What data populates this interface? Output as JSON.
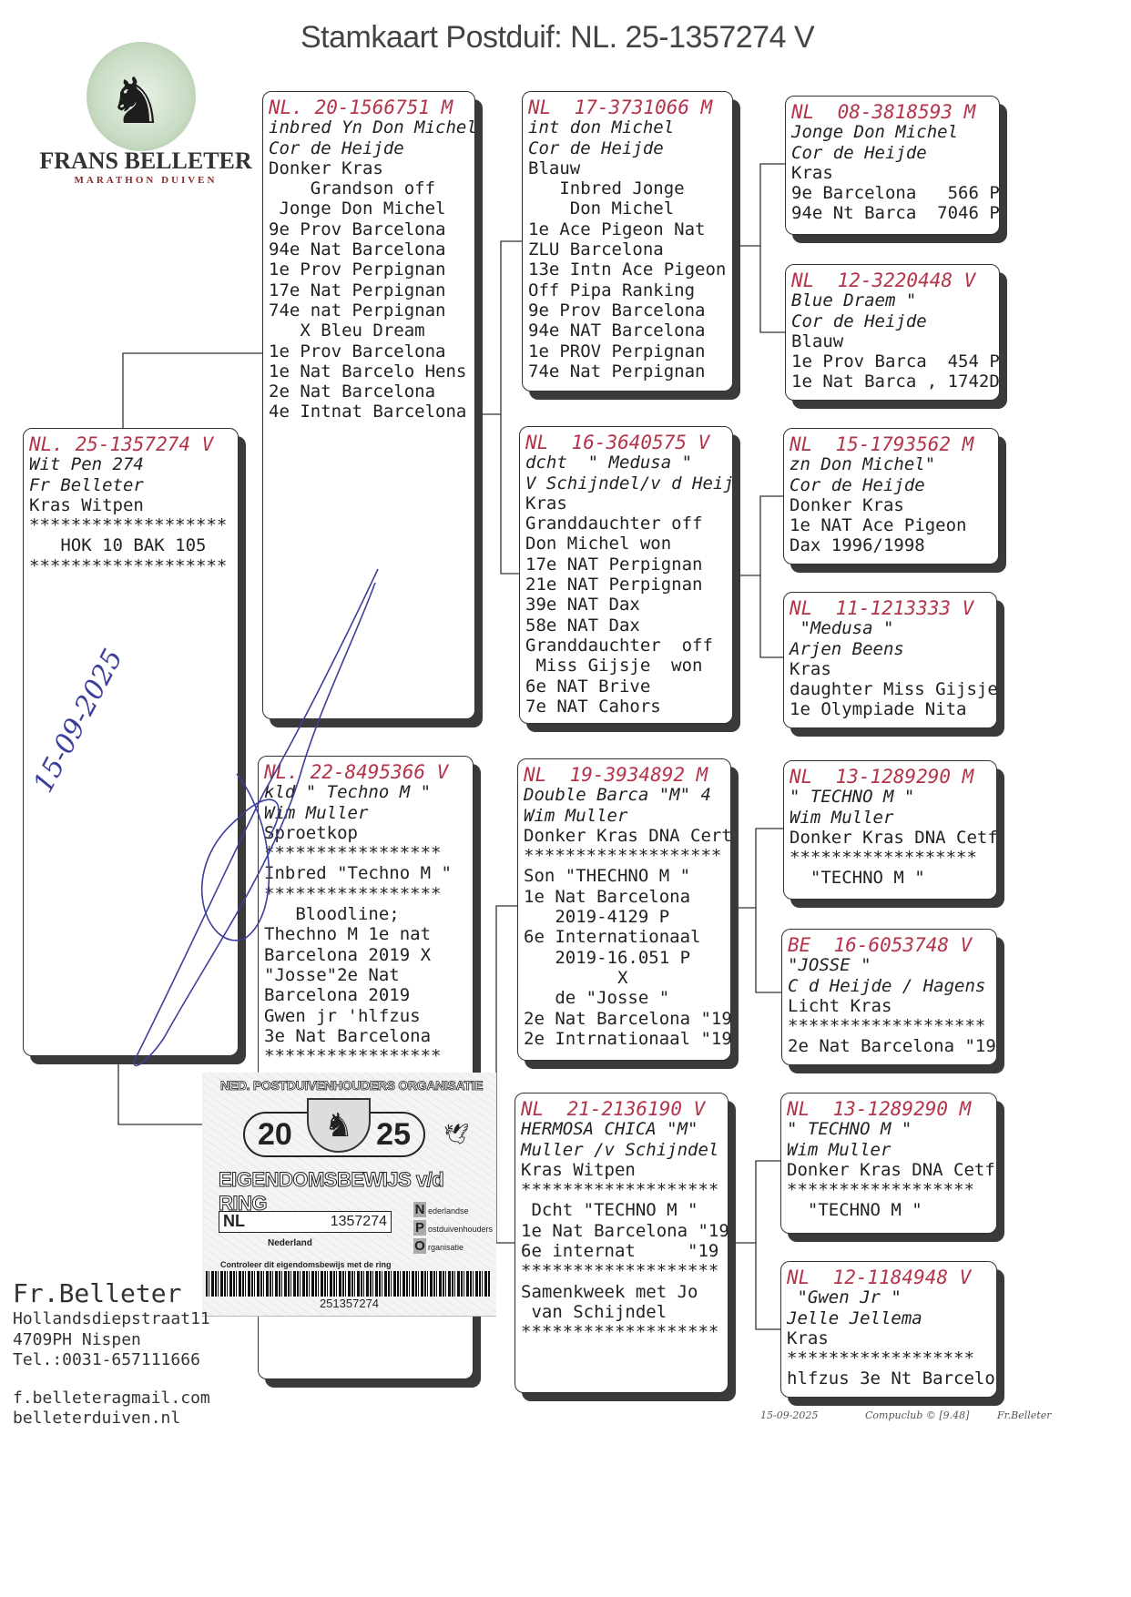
{
  "title": "Stamkaart Postduif: NL. 25-1357274 V",
  "logo": {
    "name": "FRANS BELLETER",
    "subtitle": "MARATHON DUIVEN"
  },
  "pigeons": [
    {
      "role": "subject",
      "ring": "NL. 25-1357274 V",
      "italic": [
        "Wit Pen 274",
        "Fr Belleter"
      ],
      "lines": [
        "Kras Witpen",
        "*******************",
        "   HOK 10 BAK 105",
        "*******************"
      ]
    },
    {
      "role": "sire",
      "ring": "NL. 20-1566751 M",
      "italic": [
        "inbred Yn Don Michel",
        "Cor de Heijde"
      ],
      "lines": [
        "Donker Kras",
        "    Grandson off",
        " Jonge Don Michel",
        "9e Prov Barcelona",
        "94e Nat Barcelona",
        "1e Prov Perpignan",
        "17e Nat Perpignan",
        "74e nat Perpignan",
        "   X Bleu Dream",
        "1e Prov Barcelona",
        "1e Nat Barcelo Hens",
        "2e Nat Barcelona",
        "4e Intnat Barcelona"
      ]
    },
    {
      "role": "dam",
      "ring": "NL. 22-8495366 V",
      "italic": [
        "kld \" Techno M \"",
        "Wim Muller"
      ],
      "lines": [
        "Sproetkop",
        "*****************",
        "Inbred \"Techno M \"",
        "*****************",
        "   Bloodline;",
        "Thechno M 1e nat",
        "Barcelona 2019 X",
        "\"Josse\"2e Nat",
        "Barcelona 2019",
        "Gwen jr 'hlfzus",
        "3e Nat Barcelona",
        "*****************"
      ]
    },
    {
      "role": "sire-sire",
      "ring": "NL  17-3731066 M",
      "italic": [
        "int don Michel",
        "Cor de Heijde"
      ],
      "lines": [
        "Blauw",
        "   Inbred Jonge",
        "    Don Michel",
        "1e Ace Pigeon Nat",
        "ZLU Barcelona",
        "13e Intn Ace Pigeon",
        "Off Pipa Ranking",
        "9e Prov Barcelona",
        "94e NAT Barcelona",
        "1e PROV Perpignan",
        "74e Nat Perpignan"
      ]
    },
    {
      "role": "sire-dam",
      "ring": "NL  16-3640575 V",
      "italic": [
        "dcht  \" Medusa \"",
        "V Schijndel/v d Heij"
      ],
      "lines": [
        "Kras",
        "Granddauchter off",
        "Don Michel won",
        "17e NAT Perpignan",
        "21e NAT Perpignan",
        "39e NAT Dax",
        "58e NAT Dax",
        "Granddauchter  off",
        " Miss Gijsje  won",
        "6e NAT Brive",
        "7e NAT Cahors"
      ]
    },
    {
      "role": "dam-sire",
      "ring": "NL  19-3934892 M",
      "italic": [
        "Double Barca \"M\" 4",
        "Wim Muller"
      ],
      "lines": [
        "Donker Kras DNA Cert",
        "*******************",
        "Son \"THECHNO M \"",
        "1e Nat Barcelona",
        "   2019-4129 P",
        "6e Internationaal",
        "   2019-16.051 P",
        "         X",
        "   de \"Josse \"",
        "2e Nat Barcelona \"19",
        "2e Intrnationaal \"19"
      ]
    },
    {
      "role": "dam-dam",
      "ring": "NL  21-2136190 V",
      "italic": [
        "HERMOSA CHICA \"M\"",
        "Muller /v Schijndel"
      ],
      "lines": [
        "Kras Witpen",
        "*******************",
        " Dcht \"TECHNO M \"",
        "1e Nat Barcelona \"19",
        "6e internat     \"19",
        "*******************",
        "Samenkweek met Jo",
        " van Schijndel",
        "*******************"
      ]
    },
    {
      "role": "ggp1",
      "ring": "NL  08-3818593 M",
      "italic": [
        "Jonge Don Michel",
        "Cor de Heijde"
      ],
      "lines": [
        "Kras",
        "9e Barcelona   566 P",
        "94e Nt Barca  7046 P"
      ]
    },
    {
      "role": "ggp2",
      "ring": "NL  12-3220448 V",
      "italic": [
        "Blue Draem \"",
        "Cor de Heijde"
      ],
      "lines": [
        "Blauw",
        "1e Prov Barca  454 P",
        "1e Nat Barca , 1742DV"
      ]
    },
    {
      "role": "ggp3",
      "ring": "NL  15-1793562 M",
      "italic": [
        "zn Don Michel\"",
        "Cor de Heijde"
      ],
      "lines": [
        "Donker Kras",
        "1e NAT Ace Pigeon",
        "Dax 1996/1998"
      ]
    },
    {
      "role": "ggp4",
      "ring": "NL  11-1213333 V",
      "italic": [
        " \"Medusa \"",
        "Arjen Beens"
      ],
      "lines": [
        "Kras",
        "daughter Miss Gijsje",
        "1e Olympiade Nita"
      ]
    },
    {
      "role": "ggp5",
      "ring": "NL  13-1289290 M",
      "italic": [
        "\" TECHNO M \"",
        "Wim Muller"
      ],
      "lines": [
        "Donker Kras DNA Cetf",
        "******************",
        "  \"TECHNO M \""
      ]
    },
    {
      "role": "ggp6",
      "ring": "BE  16-6053748 V",
      "italic": [
        "\"JOSSE \"",
        "C d Heijde / Hagens"
      ],
      "lines": [
        "Licht Kras",
        "*******************",
        "2e Nat Barcelona \"19"
      ]
    },
    {
      "role": "ggp7",
      "ring": "NL  13-1289290 M",
      "italic": [
        "\" TECHNO M \"",
        "Wim Muller"
      ],
      "lines": [
        "Donker Kras DNA Cetf",
        "******************",
        "  \"TECHNO M \""
      ]
    },
    {
      "role": "ggp8",
      "ring": "NL  12-1184948 V",
      "italic": [
        " \"Gwen Jr \"",
        "Jelle Jellema"
      ],
      "lines": [
        "Kras",
        "******************",
        "hlfzus 3e Nt Barcelo"
      ]
    }
  ],
  "ring_card": {
    "organisation": "NED. POSTDUIVENHOUDERS ORGANISATIE",
    "year_left": "20",
    "year_right": "25",
    "title": "EIGENDOMSBEWIJS v/d RING",
    "country": "NL",
    "number": "1357274",
    "npo": [
      "ederlandse",
      "ostduivenhouders",
      "rganisatie"
    ],
    "npo_letters": [
      "N",
      "P",
      "O"
    ],
    "nederland": "Nederland",
    "check_text": "Controleer dit eigendomsbewijs met de ring",
    "barcode_number": "251357274"
  },
  "owner": {
    "name": "Fr.Belleter",
    "street": "Hollandsdiepstraat11",
    "city": "4709PH  Nispen",
    "phone": "Tel.:0031-657111666",
    "email": "f.belleteragmail.com",
    "website": "belleterduiven.nl"
  },
  "footer": {
    "date": "15-09-2025",
    "software": "Compuclub © [9.48]",
    "owner": "Fr.Belleter"
  },
  "signature": {
    "handwritten_date": "15-09-2025"
  }
}
